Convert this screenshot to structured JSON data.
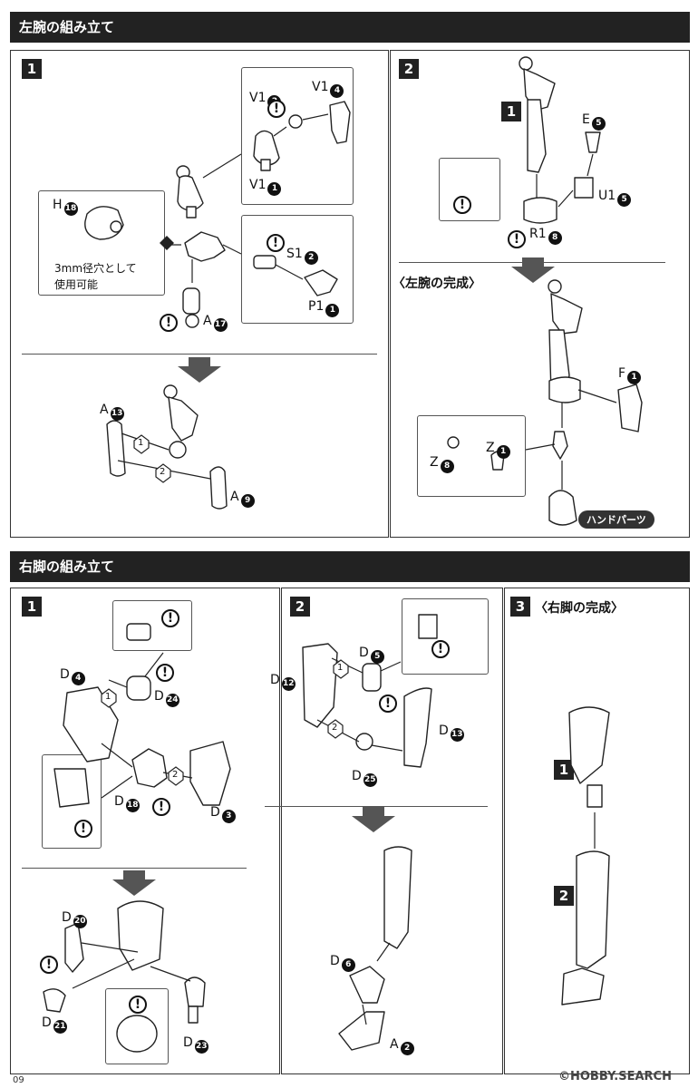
{
  "sections": {
    "left_arm": {
      "title": "左腕の組み立て"
    },
    "right_leg": {
      "title": "右脚の組み立て"
    }
  },
  "left_arm_step1": {
    "number": "1",
    "labels": {
      "v1_2": {
        "part": "V1",
        "num": "2"
      },
      "v1_4": {
        "part": "V1",
        "num": "4"
      },
      "v1_1": {
        "part": "V1",
        "num": "1"
      },
      "h18": {
        "part": "H",
        "num": "18"
      },
      "s1_2": {
        "part": "S1",
        "num": "2"
      },
      "p1_1": {
        "part": "P1",
        "num": "1"
      },
      "a17": {
        "part": "A",
        "num": "17"
      },
      "a13": {
        "part": "A",
        "num": "13"
      },
      "a9": {
        "part": "A",
        "num": "9"
      }
    },
    "note_line1": "3mm径穴として",
    "note_line2": "使用可能",
    "order1": "1",
    "order2": "2"
  },
  "left_arm_step2": {
    "number": "2",
    "ref_step": "1",
    "labels": {
      "e5": {
        "part": "E",
        "num": "5"
      },
      "u1_5": {
        "part": "U1",
        "num": "5"
      },
      "r1_8": {
        "part": "R1",
        "num": "8"
      },
      "f1": {
        "part": "F",
        "num": "1"
      },
      "z1": {
        "part": "Z",
        "num": "1"
      },
      "z8": {
        "part": "Z",
        "num": "8"
      }
    },
    "complete_title": "〈左腕の完成〉",
    "hand_parts": "ハンドパーツ"
  },
  "right_leg_step1": {
    "number": "1",
    "labels": {
      "d4": {
        "part": "D",
        "num": "4"
      },
      "d24": {
        "part": "D",
        "num": "24"
      },
      "d18": {
        "part": "D",
        "num": "18"
      },
      "d3": {
        "part": "D",
        "num": "3"
      },
      "d20": {
        "part": "D",
        "num": "20"
      },
      "d21": {
        "part": "D",
        "num": "21"
      },
      "d23": {
        "part": "D",
        "num": "23"
      }
    },
    "order1": "1",
    "order2": "2"
  },
  "right_leg_step2": {
    "number": "2",
    "labels": {
      "d12": {
        "part": "D",
        "num": "12"
      },
      "d5": {
        "part": "D",
        "num": "5"
      },
      "d13": {
        "part": "D",
        "num": "13"
      },
      "d25": {
        "part": "D",
        "num": "25"
      },
      "d6": {
        "part": "D",
        "num": "6"
      },
      "a2": {
        "part": "A",
        "num": "2"
      }
    },
    "order1": "1",
    "order2": "2"
  },
  "right_leg_step3": {
    "number": "3",
    "complete_title": "〈右脚の完成〉",
    "ref1": "1",
    "ref2": "2"
  },
  "footer": {
    "page_number": "09",
    "watermark": "©HOBBY.SEARCH"
  },
  "colors": {
    "header_bg": "#222222",
    "line": "#333333"
  }
}
